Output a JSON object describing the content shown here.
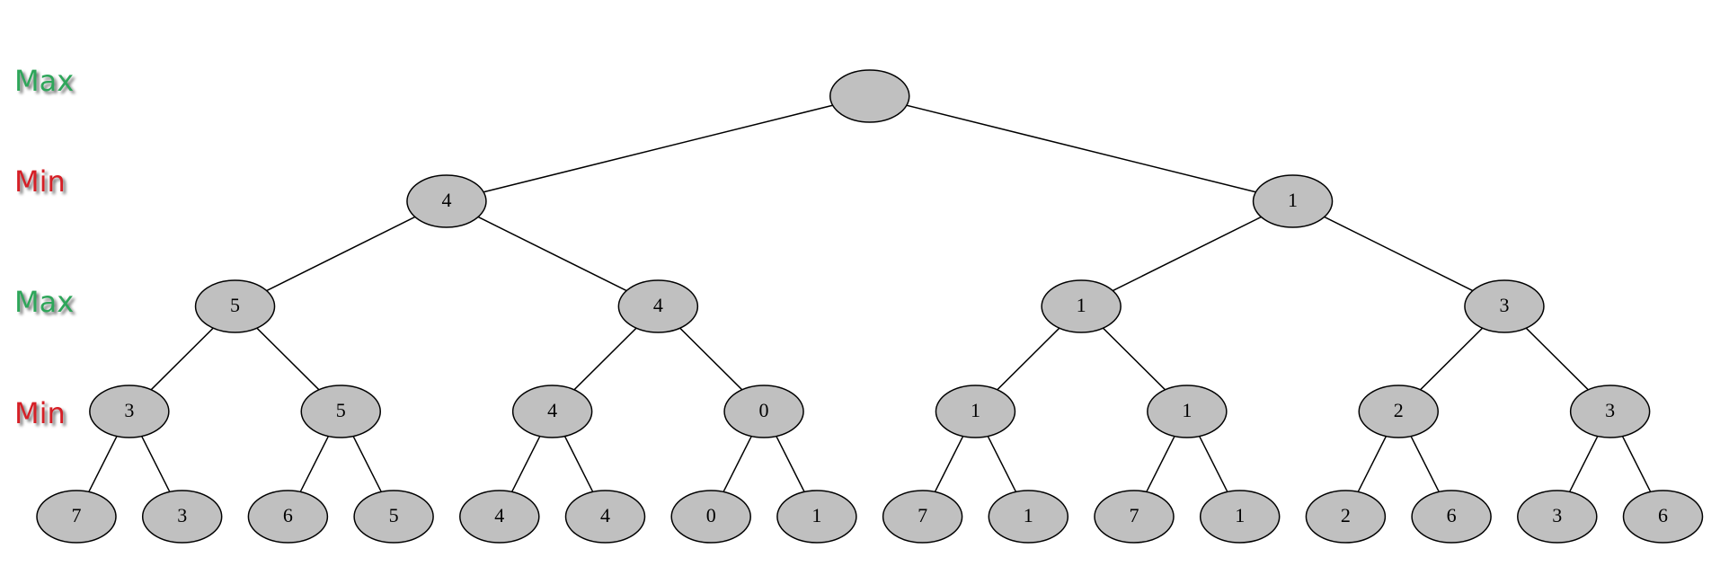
{
  "level_labels": [
    {
      "text": "Max",
      "color": "#2ea65a"
    },
    {
      "text": "Min",
      "color": "#d61f26"
    },
    {
      "text": "Max",
      "color": "#2ea65a"
    },
    {
      "text": "Min",
      "color": "#d61f26"
    }
  ],
  "tree": {
    "value": "",
    "children": [
      {
        "value": "4",
        "children": [
          {
            "value": "5",
            "children": [
              {
                "value": "3",
                "children": [
                  {
                    "value": "7"
                  },
                  {
                    "value": "3"
                  }
                ]
              },
              {
                "value": "5",
                "children": [
                  {
                    "value": "6"
                  },
                  {
                    "value": "5"
                  }
                ]
              }
            ]
          },
          {
            "value": "4",
            "children": [
              {
                "value": "4",
                "children": [
                  {
                    "value": "4"
                  },
                  {
                    "value": "4"
                  }
                ]
              },
              {
                "value": "0",
                "children": [
                  {
                    "value": "0"
                  },
                  {
                    "value": "1"
                  }
                ]
              }
            ]
          }
        ]
      },
      {
        "value": "1",
        "children": [
          {
            "value": "1",
            "children": [
              {
                "value": "1",
                "children": [
                  {
                    "value": "7"
                  },
                  {
                    "value": "1"
                  }
                ]
              },
              {
                "value": "1",
                "children": [
                  {
                    "value": "7"
                  },
                  {
                    "value": "1"
                  }
                ]
              }
            ]
          },
          {
            "value": "3",
            "children": [
              {
                "value": "2",
                "children": [
                  {
                    "value": "2"
                  },
                  {
                    "value": "6"
                  }
                ]
              },
              {
                "value": "3",
                "children": [
                  {
                    "value": "3"
                  },
                  {
                    "value": "6"
                  }
                ]
              }
            ]
          }
        ]
      }
    ]
  }
}
